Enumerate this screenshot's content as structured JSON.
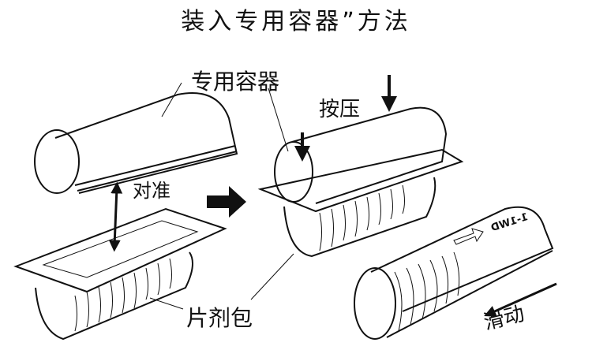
{
  "title": "装入专用容器”方法",
  "labels": {
    "container": "专用容器",
    "align": "对准",
    "press": "按压",
    "tablet_pack": "片剂包",
    "slide": "滑动"
  },
  "container_emboss": "1-1WD"
}
